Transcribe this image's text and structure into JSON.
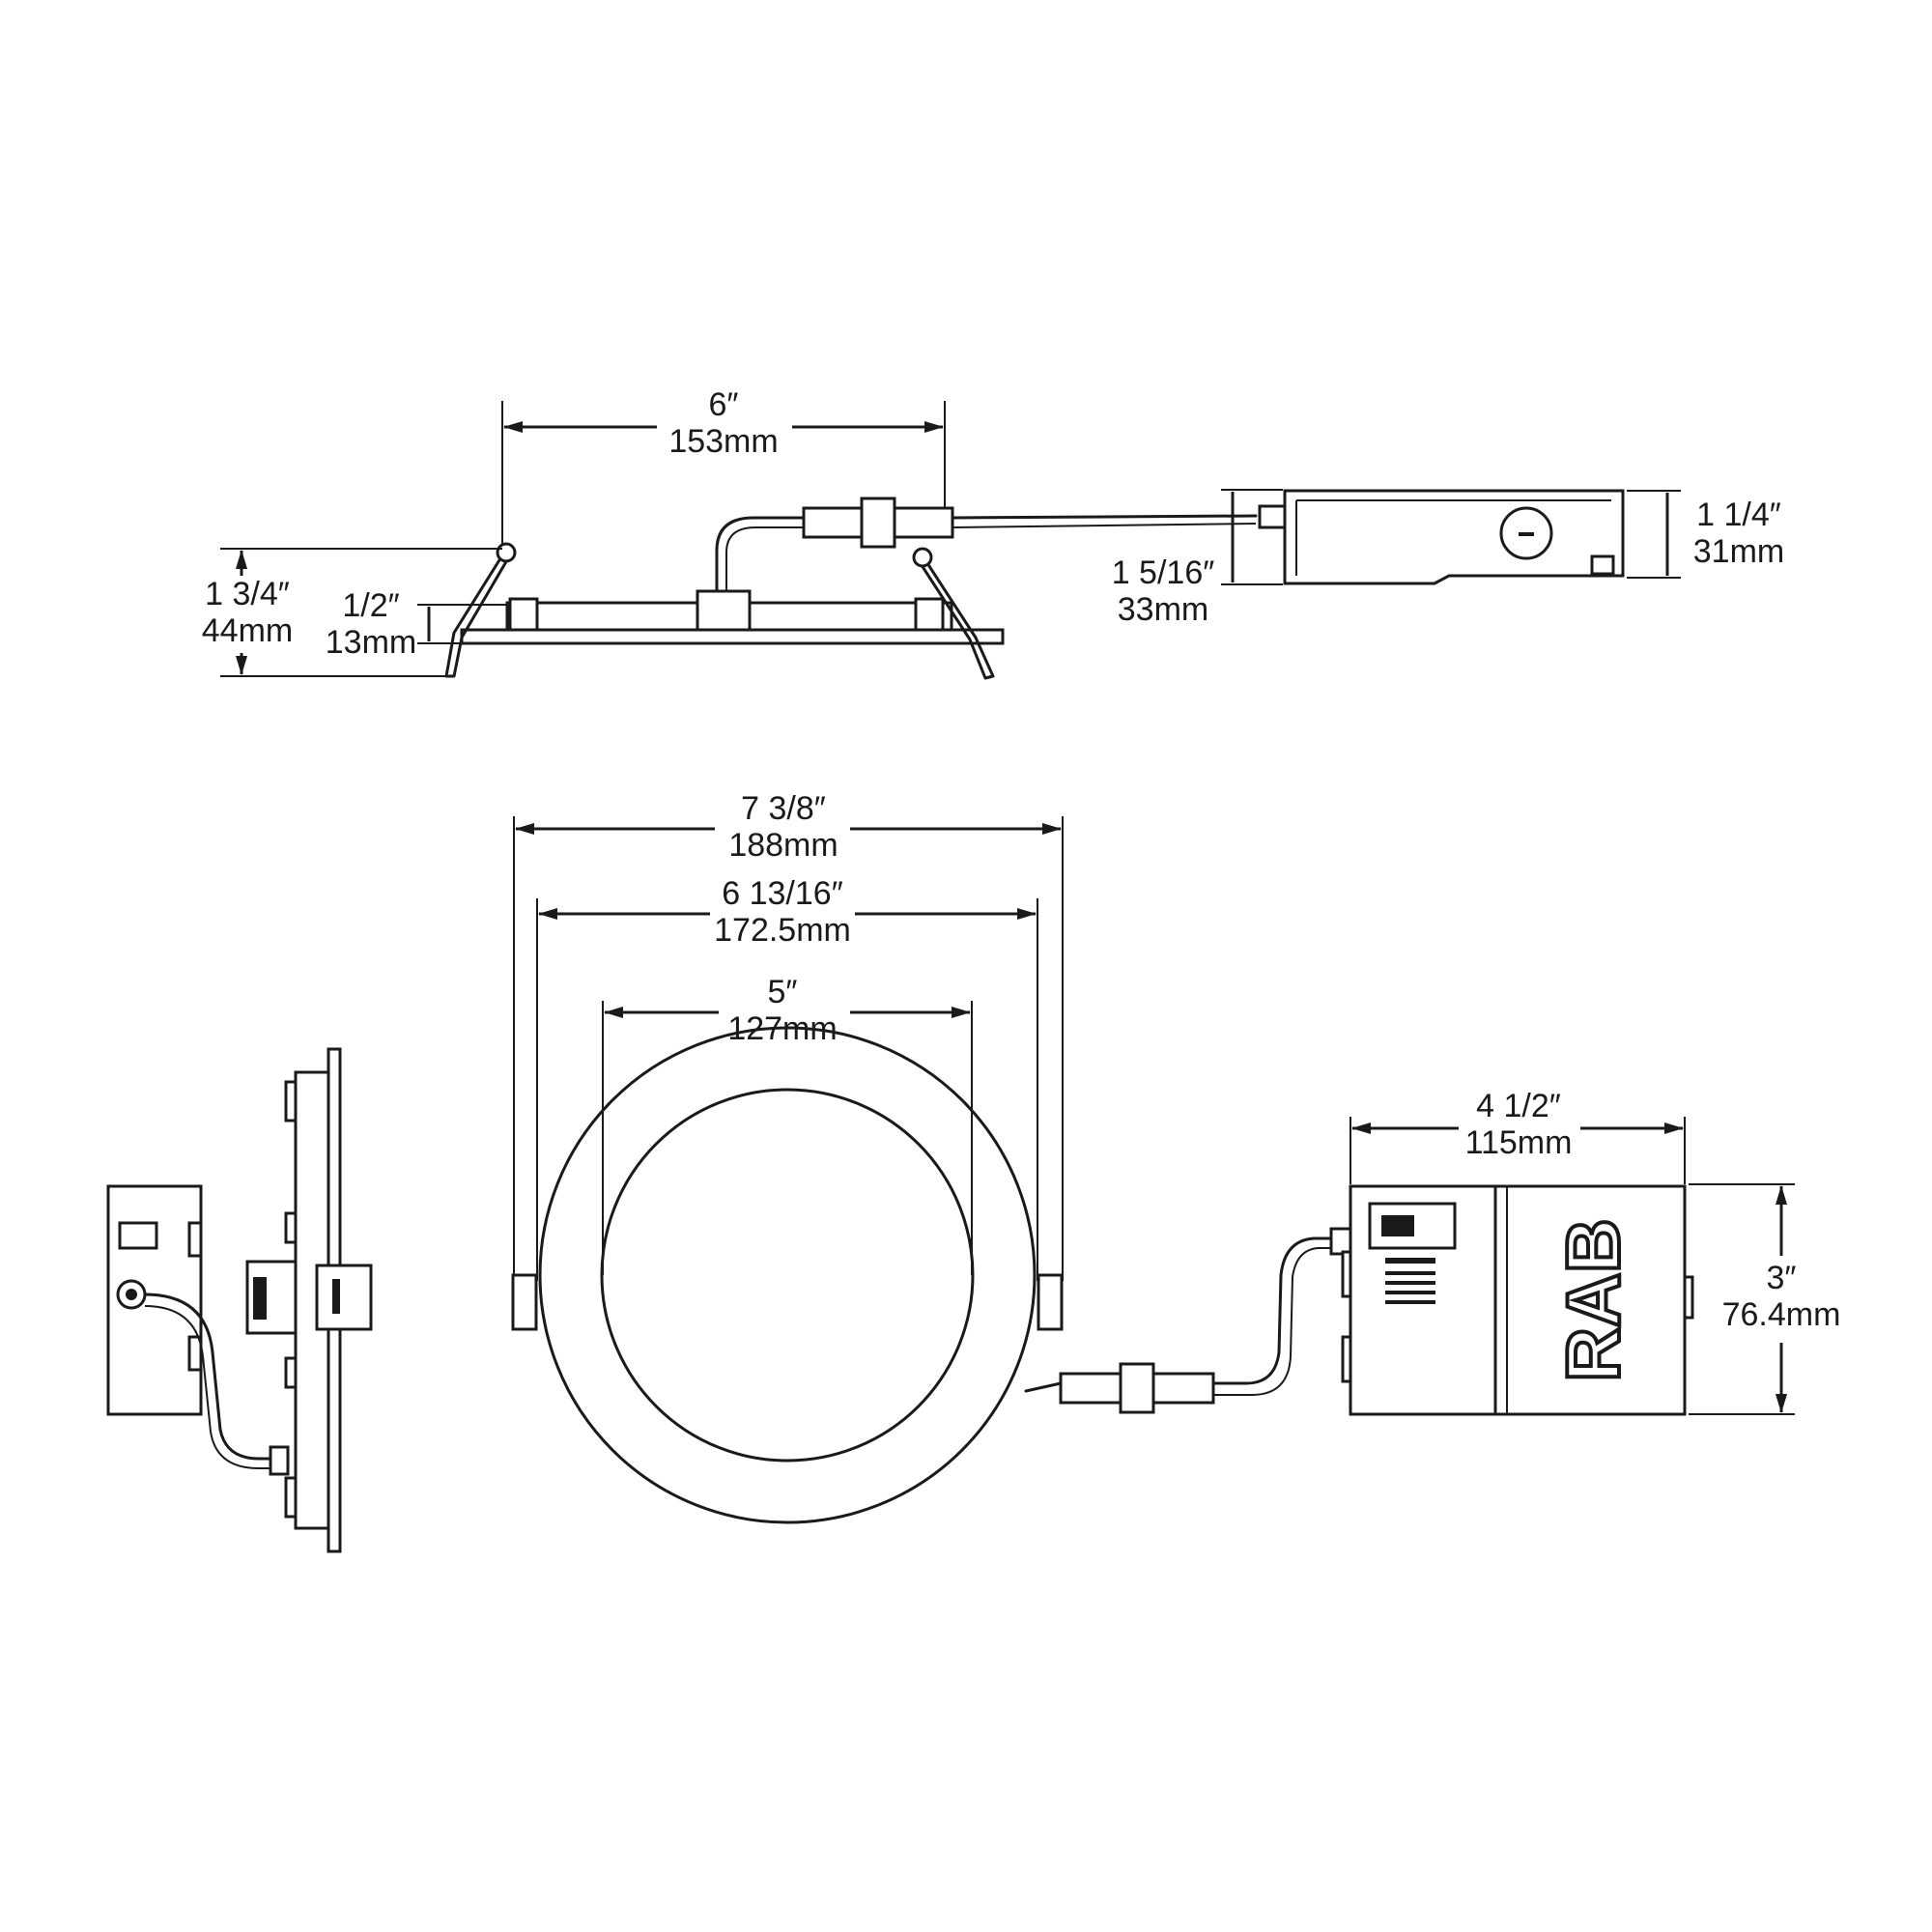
{
  "side_view": {
    "width_in": "6″",
    "width_mm": "153mm",
    "total_height_in": "1 3/4″",
    "total_height_mm": "44mm",
    "trim_height_in": "1/2″",
    "trim_height_mm": "13mm",
    "driver_height_in": "1 5/16″",
    "driver_height_mm": "33mm",
    "driver_body_in": "1 1/4″",
    "driver_body_mm": "31mm"
  },
  "top_view": {
    "outer_in": "7 3/8″",
    "outer_mm": "188mm",
    "springs_in": "6 13/16″",
    "springs_mm": "172.5mm",
    "cutout_in": "5″",
    "cutout_mm": "127mm",
    "driver_length_in": "4 1/2″",
    "driver_length_mm": "115mm",
    "driver_width_in": "3″",
    "driver_width_mm": "76.4mm"
  },
  "brand": {
    "logo_text": "RAB"
  }
}
